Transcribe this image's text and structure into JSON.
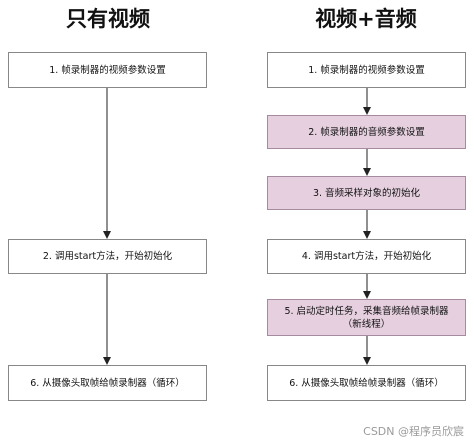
{
  "titles": {
    "left": "只有视频",
    "right": "视频+音频"
  },
  "left_steps": [
    "1. 帧录制器的视频参数设置",
    "2. 调用start方法，开始初始化",
    "6. 从摄像头取帧给帧录制器（循环）"
  ],
  "right_steps": [
    "1. 帧录制器的视频参数设置",
    "2. 帧录制器的音频参数设置",
    "3. 音频采样对象的初始化",
    "4. 调用start方法，开始初始化",
    "5. 启动定时任务，采集音频给帧录制器",
    "（新线程）",
    "6. 从摄像头取帧给帧录制器（循环）"
  ],
  "highlight_color": "#e6d0e0",
  "watermark": "CSDN @程序员欣宸"
}
